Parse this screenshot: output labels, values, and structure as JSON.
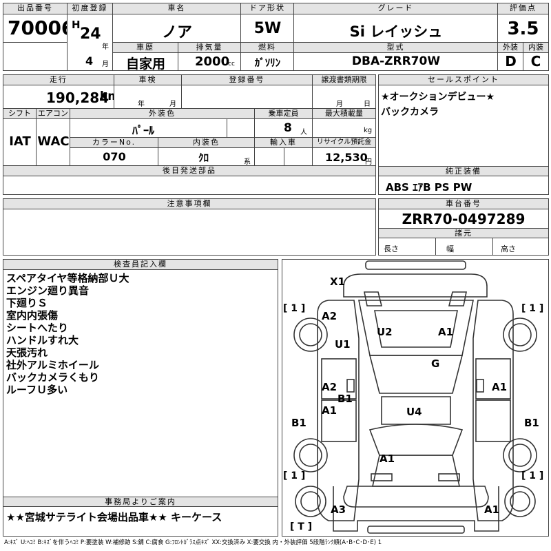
{
  "header": {
    "lot_label": "出品番号",
    "lot_value": "70006",
    "first_reg_label": "初度登録",
    "era": "H",
    "year": "24",
    "year_unit": "年",
    "month": "4",
    "month_unit": "月",
    "car_name_label": "車名",
    "car_name": "ノア",
    "door_label": "ドア形状",
    "door": "5W",
    "grade_label": "グレード",
    "grade": "Si レイッシュ",
    "score_label": "評価点",
    "score": "3.5",
    "history_label": "車歴",
    "history": "自家用",
    "displacement_label": "排気量",
    "displacement": "2000",
    "displacement_unit": "cc",
    "fuel_label": "燃料",
    "fuel": "ｶﾞｿﾘﾝ",
    "model_label": "型式",
    "model": "DBA-ZRR70W",
    "exterior_label": "外装",
    "exterior": "D",
    "interior_label": "内装",
    "interior": "C"
  },
  "row2": {
    "mileage_label": "走行",
    "mileage": "190,284",
    "mileage_unit": "km",
    "inspection_label": "車検",
    "year_unit": "年",
    "month_unit": "月",
    "plate_label": "登録番号",
    "transfer_label": "譲渡書類期限",
    "t_month": "月",
    "t_day": "日",
    "sales_label": "セールスポイント",
    "sales_points": [
      "★オークションデビュー★",
      "バックカメラ"
    ]
  },
  "row3": {
    "shift_label": "シフト",
    "shift": "IAT",
    "ac_label": "エアコン",
    "ac": "WAC",
    "color_label": "外装色",
    "color": "ﾊﾟｰﾙ",
    "capacity_label": "乗車定員",
    "capacity": "8",
    "capacity_unit": "人",
    "load_label": "最大積載量",
    "load_unit": "kg",
    "colorno_label": "カラーNo.",
    "colorno": "070",
    "intcolor_label": "内装色",
    "intcolor": "ｸﾛ",
    "intcolor_unit": "系",
    "import_label": "輸入車",
    "recycle_label": "リサイクル預託金",
    "recycle": "12,530",
    "recycle_unit": "円"
  },
  "later": {
    "label": "後日発送部品"
  },
  "genuine": {
    "label": "純正装備",
    "value": "ABS ｴｱB PS PW"
  },
  "caution": {
    "label": "注意事項欄"
  },
  "chassis": {
    "label": "車台番号",
    "value": "ZRR70-0497289",
    "spec_label": "諸元",
    "length": "長さ",
    "width": "幅",
    "height": "高さ"
  },
  "inspector": {
    "label": "検査員記入欄",
    "notes": [
      "スペアタイヤ等格納部Ｕ大",
      "エンジン廻り異音",
      "下廻りＳ",
      "室内内張傷",
      "シートへたり",
      "ハンドルすれ大",
      "天張汚れ",
      "社外アルミホイール",
      "バックカメラくもり",
      "ルーフＵ多い"
    ]
  },
  "office": {
    "label": "事務局よりご案内",
    "note": "★★宮城サテライト会場出品車★★ キーケース"
  },
  "diagram": {
    "marks": [
      "X1",
      "A2",
      "U1",
      "U2",
      "A1",
      "G",
      "A2",
      "B1",
      "A1",
      "U4",
      "A1",
      "B1",
      "A1",
      "B1",
      "A3",
      "A1"
    ],
    "tires": [
      "[ 1 ]",
      "[ 1 ]",
      "[ 1 ]",
      "[ 1 ]",
      "[ T ]"
    ]
  },
  "legend": "A:ｷｽﾞ U:ﾍｺﾐ B:ｷｽﾞを伴うﾍｺﾐ P:要塗装 W:補修跡 S:錆 C:腐食 G:ﾌﾛﾝﾄｶﾞﾗｽ点ｷｽﾞ XX:交換済み X:要交換 内・外装評価 5段階ﾗﾝｸ順(A･B･C･D･E) 1"
}
